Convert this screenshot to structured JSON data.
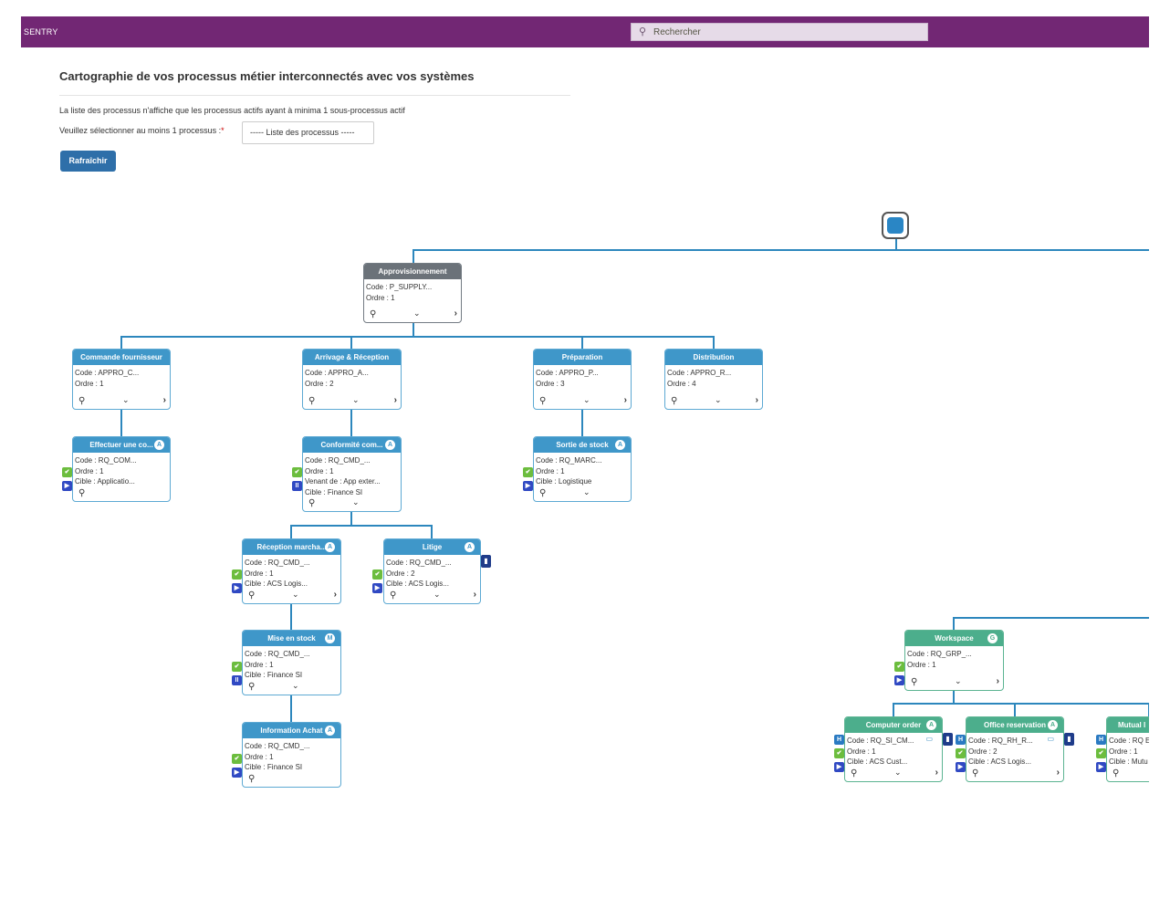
{
  "app": {
    "brand": "SENTRY",
    "search_placeholder": "Rechercher"
  },
  "page": {
    "title": "Cartographie de vos processus métier interconnectés avec vos systèmes",
    "info": "La liste des processus n'affiche que les processus actifs ayant à minima 1 sous-processus actif",
    "select_label": "Veuillez sélectionner au moins 1 processus :",
    "required_mark": "*",
    "select_value": "----- Liste des processus -----",
    "refresh_button": "Rafraîchir"
  },
  "nodes": {
    "appro": {
      "title": "Approvisionnement",
      "code": "Code : P_SUPPLY...",
      "ordre": "Ordre : 1"
    },
    "cmd": {
      "title": "Commande fournisseur",
      "code": "Code : APPRO_C...",
      "ordre": "Ordre : 1"
    },
    "arr": {
      "title": "Arrivage & Réception",
      "code": "Code : APPRO_A...",
      "ordre": "Ordre : 2"
    },
    "prep": {
      "title": "Préparation",
      "code": "Code : APPRO_P...",
      "ordre": "Ordre : 3"
    },
    "dist": {
      "title": "Distribution",
      "code": "Code : APPRO_R...",
      "ordre": "Ordre : 4"
    },
    "eff": {
      "title": "Effectuer une co...",
      "badge": "A",
      "code": "Code : RQ_COM...",
      "ordre": "Ordre : 1",
      "cible": "Cible : Applicatio..."
    },
    "conf": {
      "title": "Conformité com...",
      "badge": "A",
      "code": "Code : RQ_CMD_...",
      "ordre": "Ordre : 1",
      "venant": "Venant de : App exter...",
      "cible": "Cible : Finance SI"
    },
    "sortie": {
      "title": "Sortie de stock",
      "badge": "A",
      "code": "Code : RQ_MARC...",
      "ordre": "Ordre : 1",
      "cible": "Cible : Logistique"
    },
    "recep": {
      "title": "Réception marcha...",
      "badge": "A",
      "code": "Code : RQ_CMD_...",
      "ordre": "Ordre : 1",
      "cible": "Cible : ACS Logis..."
    },
    "litige": {
      "title": "Litige",
      "badge": "A",
      "code": "Code : RQ_CMD_...",
      "ordre": "Ordre : 2",
      "cible": "Cible : ACS Logis..."
    },
    "mise": {
      "title": "Mise en stock",
      "badge": "M",
      "code": "Code : RQ_CMD_...",
      "ordre": "Ordre : 1",
      "cible": "Cible : Finance SI"
    },
    "info": {
      "title": "Information Achat",
      "badge": "A",
      "code": "Code : RQ_CMD_...",
      "ordre": "Ordre : 1",
      "cible": "Cible : Finance SI"
    },
    "work": {
      "title": "Workspace",
      "badge": "G",
      "code": "Code : RQ_GRP_...",
      "ordre": "Ordre : 1"
    },
    "comp": {
      "title": "Computer order",
      "badge": "A",
      "code": "Code : RQ_SI_CM...",
      "ordre": "Ordre : 1",
      "cible": "Cible : ACS Cust..."
    },
    "office": {
      "title": "Office reservation",
      "badge": "A",
      "code": "Code : RQ_RH_R...",
      "ordre": "Ordre : 2",
      "cible": "Cible : ACS Logis..."
    },
    "mutual": {
      "title": "Mutual I",
      "code": "Code : RQ E",
      "ordre": "Ordre : 1",
      "cible": "Cible : Mutu"
    }
  },
  "side_icons": {
    "check": "✔",
    "play": "▶",
    "pause": "II",
    "h": "H",
    "lock": "🔒"
  }
}
